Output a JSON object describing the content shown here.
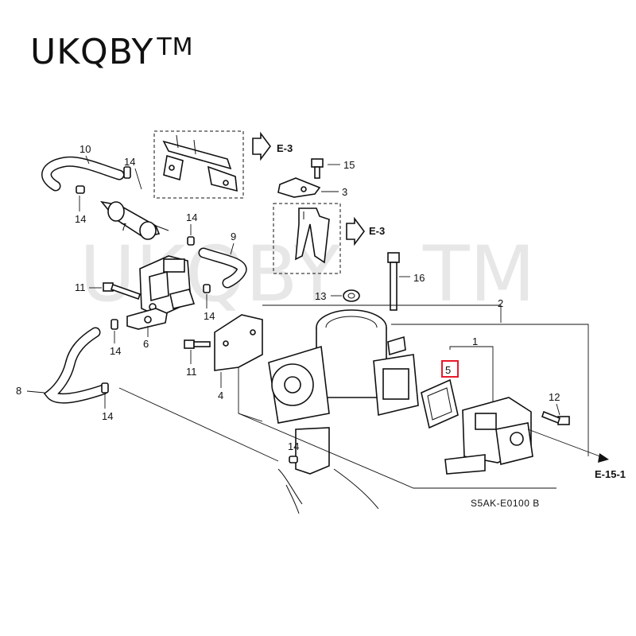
{
  "brand": {
    "name": "UKQBY",
    "mark": "TM"
  },
  "watermark": "UKQBY",
  "watermark_mark": "TM",
  "diagram_code": "S5AK-E0100 B",
  "refs": {
    "e3_top": "E-3",
    "e3_mid": "E-3",
    "e15": "E-15-1"
  },
  "callouts": {
    "p1": "1",
    "p2": "2",
    "p3": "3",
    "p4": "4",
    "p5": "5",
    "p6": "6",
    "p7": "7",
    "p8": "8",
    "p9": "9",
    "p10": "10",
    "p11a": "11",
    "p11b": "11",
    "p12": "12",
    "p13": "13",
    "p14a": "14",
    "p14b": "14",
    "p14c": "14",
    "p14d": "14",
    "p14e": "14",
    "p14f": "14",
    "p14g": "14",
    "p15": "15",
    "p16": "16"
  },
  "colors": {
    "highlight": "#e8192c",
    "line": "#111111"
  }
}
